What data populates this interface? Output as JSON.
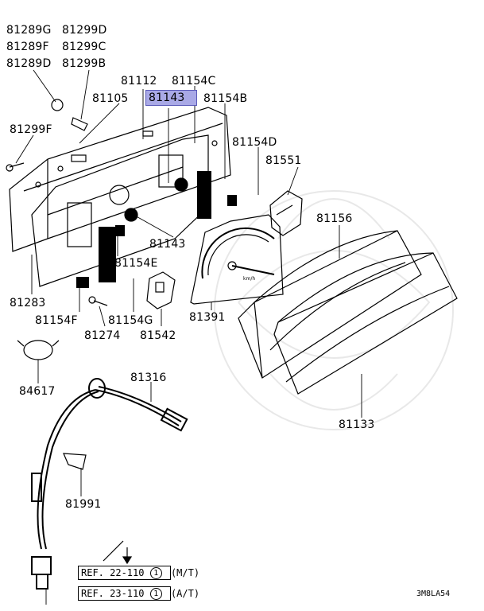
{
  "diagram": {
    "labels": {
      "p81289G": "81289G",
      "p81299D": "81299D",
      "p81289F": "81289F",
      "p81299C": "81299C",
      "p81289D": "81289D",
      "p81299B": "81299B",
      "p81112": "81112",
      "p81154C": "81154C",
      "p81105": "81105",
      "p81143_top": "81143",
      "p81154B": "81154B",
      "p81299F": "81299F",
      "p81154D": "81154D",
      "p81551": "81551",
      "p81156": "81156",
      "p81143_mid": "81143",
      "p81154E": "81154E",
      "p81283": "81283",
      "p81391": "81391",
      "p81154F": "81154F",
      "p81154G": "81154G",
      "p81274": "81274",
      "p81542": "81542",
      "p84617": "84617",
      "p81316": "81316",
      "p81133": "81133",
      "p81991": "81991"
    },
    "references": [
      {
        "prefix": "REF. 22-110",
        "circle": "1",
        "suffix": "(M/T)"
      },
      {
        "prefix": "REF. 23-110",
        "circle": "1",
        "suffix": "(A/T)"
      }
    ],
    "diagram_code": "3M8LA54",
    "speedometer_unit": "km/h"
  }
}
